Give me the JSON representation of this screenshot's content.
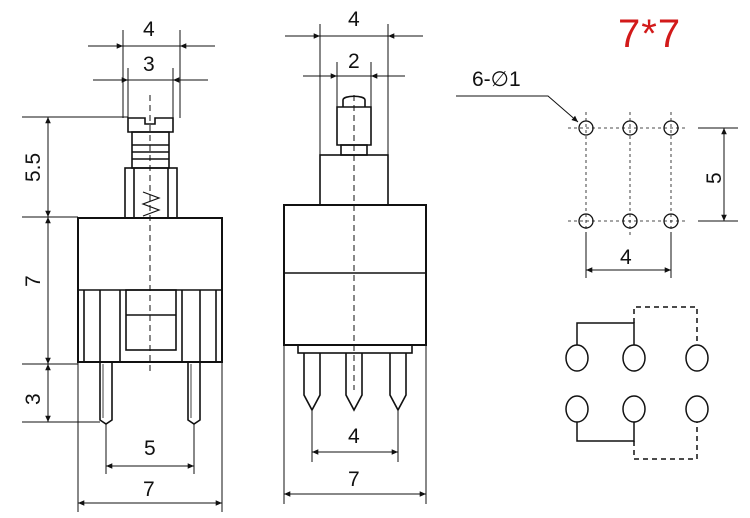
{
  "title": "7*7",
  "colors": {
    "title": "#d21a1a",
    "line": "#111111"
  },
  "left_view": {
    "dim_top_outer": "4",
    "dim_top_inner": "3",
    "dim_plunger_height": "5.5",
    "dim_body_height": "7",
    "dim_pin_length": "3",
    "dim_pin_spacing": "5",
    "dim_width": "7"
  },
  "front_view": {
    "dim_top_outer": "4",
    "dim_top_inner": "2",
    "dim_pin_spacing": "4",
    "dim_width": "7"
  },
  "pcb_layout": {
    "hole_note": "6-∅1",
    "dim_row_spacing": "5",
    "dim_column_spacing": "4"
  }
}
